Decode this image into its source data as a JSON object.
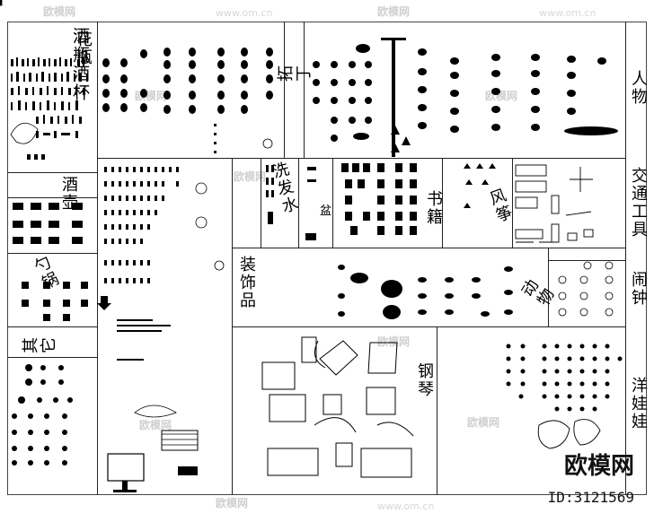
{
  "watermark": {
    "brand": "欧模网",
    "url": "www.om.cn"
  },
  "footer": {
    "brand": "欧模网",
    "id": "ID:3121569"
  },
  "sections": {
    "wine_glass": "酒瓶酒杯",
    "vase": "花瓶",
    "wine_pot": "酒壶",
    "spoon_pot": "勺锅",
    "other": "其它",
    "ornaments": "装饰品",
    "sculpture": "拓丁",
    "people": "人物",
    "sink": "洗发水",
    "plant": "盆",
    "books": "书籍",
    "kite": "风筝",
    "vehicles": "交通工具",
    "clock": "闹钟",
    "animals": "动物",
    "piano": "钢琴",
    "dolls": "洋娃娃"
  }
}
